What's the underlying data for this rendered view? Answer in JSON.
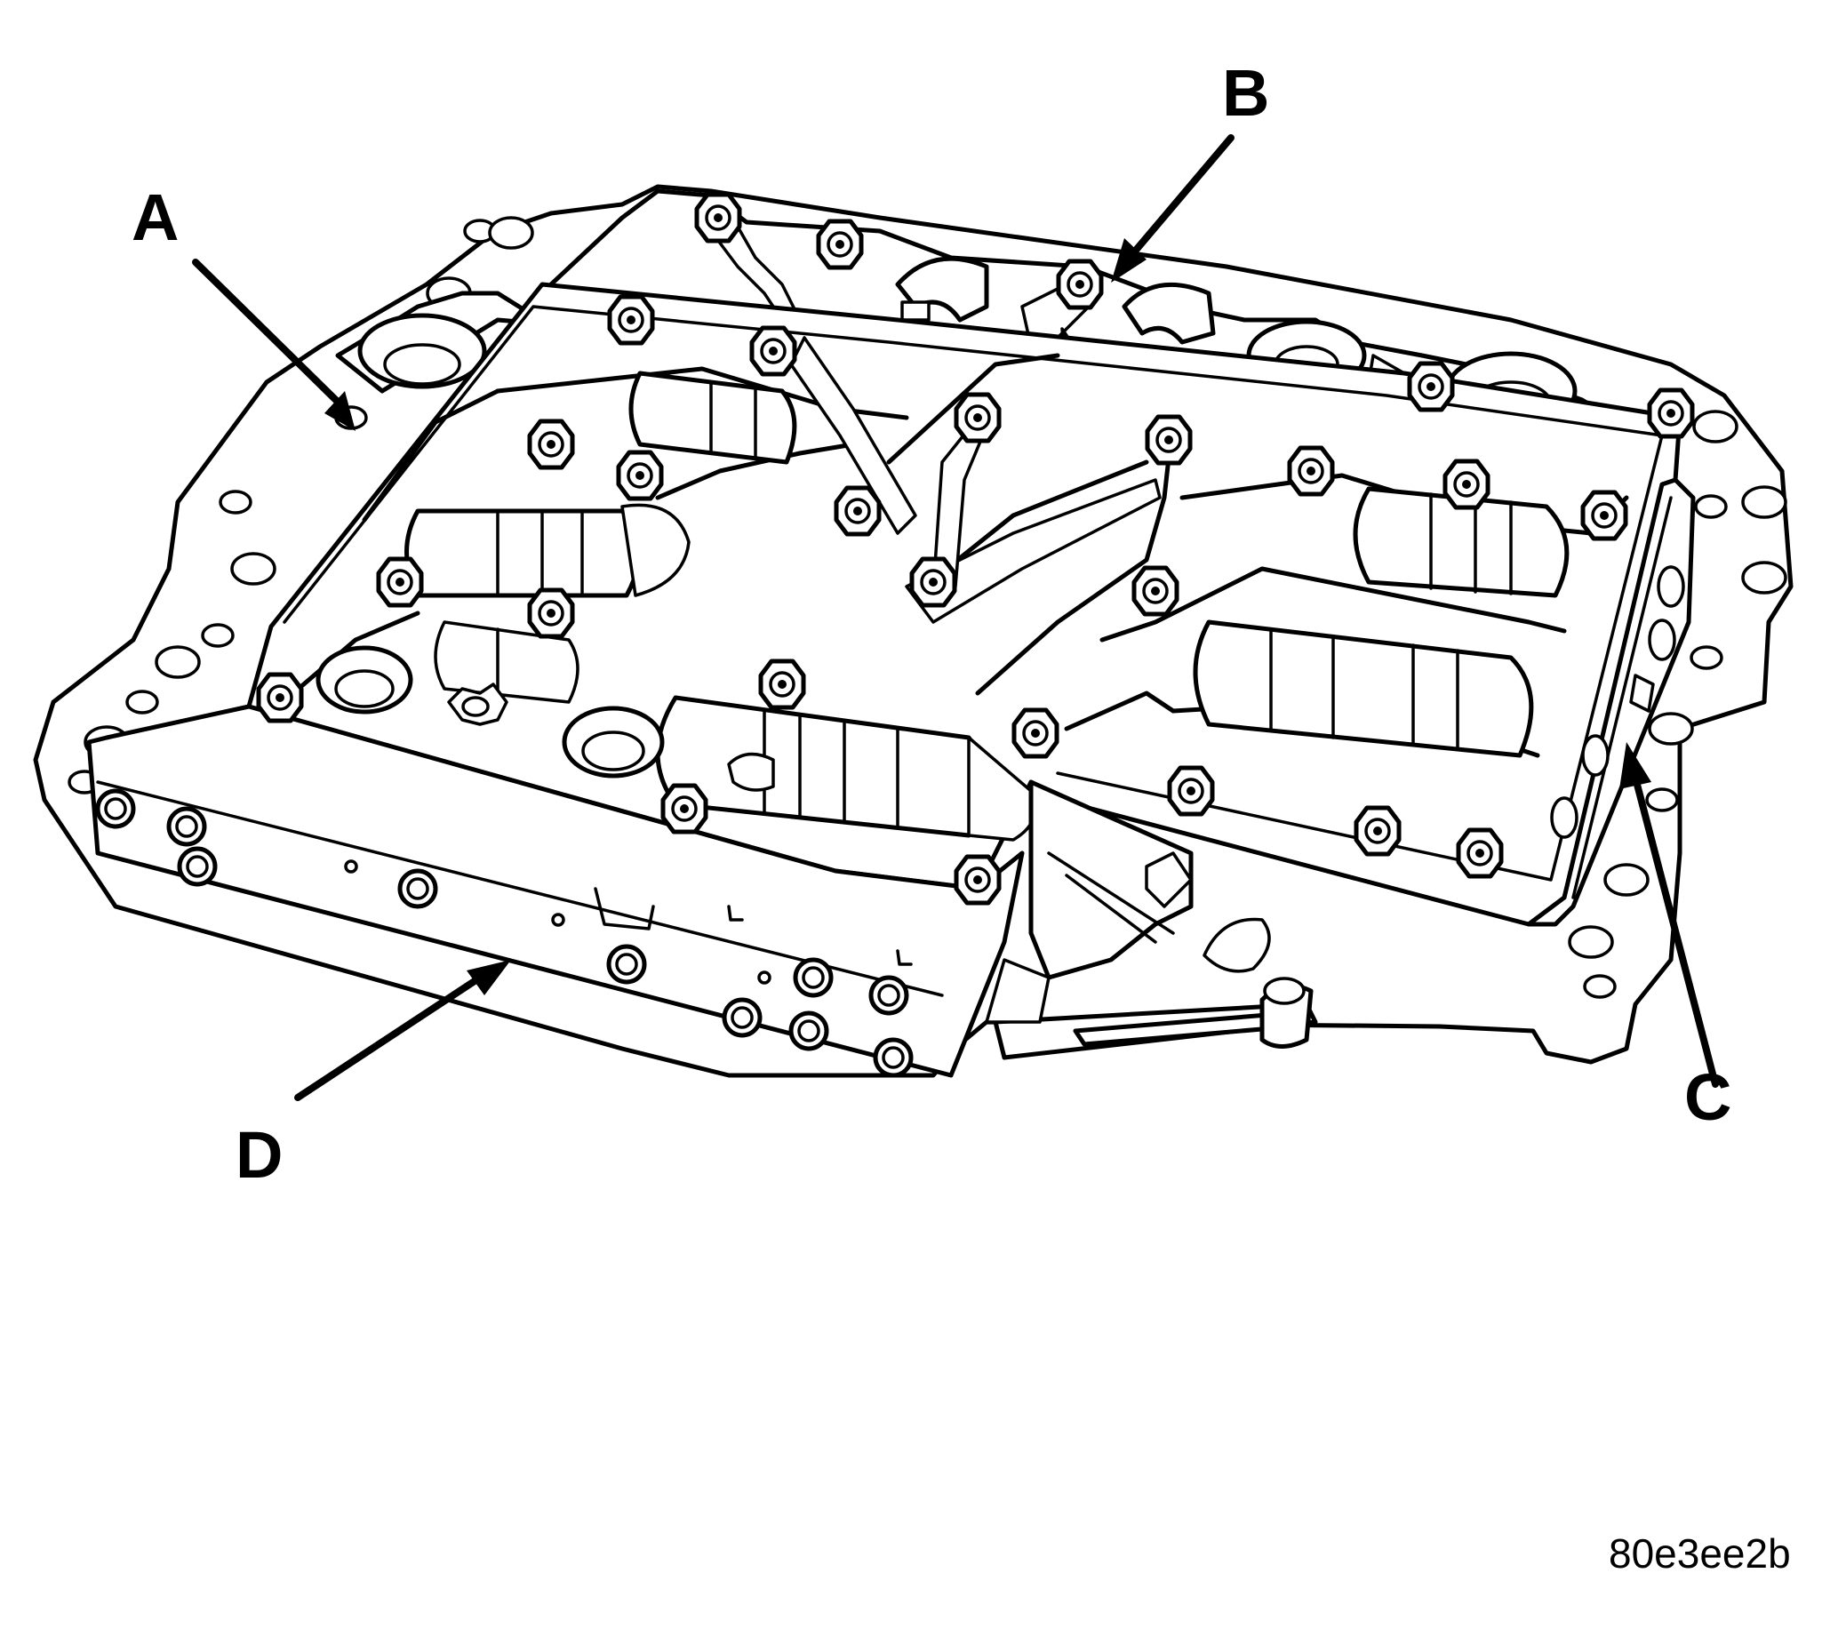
{
  "callouts": [
    {
      "id": "A",
      "label": "A"
    },
    {
      "id": "B",
      "label": "B"
    },
    {
      "id": "C",
      "label": "C"
    },
    {
      "id": "D",
      "label": "D"
    }
  ],
  "figure_id": "80e3ee2b",
  "colors": {
    "line": "#000000",
    "background": "#ffffff"
  }
}
